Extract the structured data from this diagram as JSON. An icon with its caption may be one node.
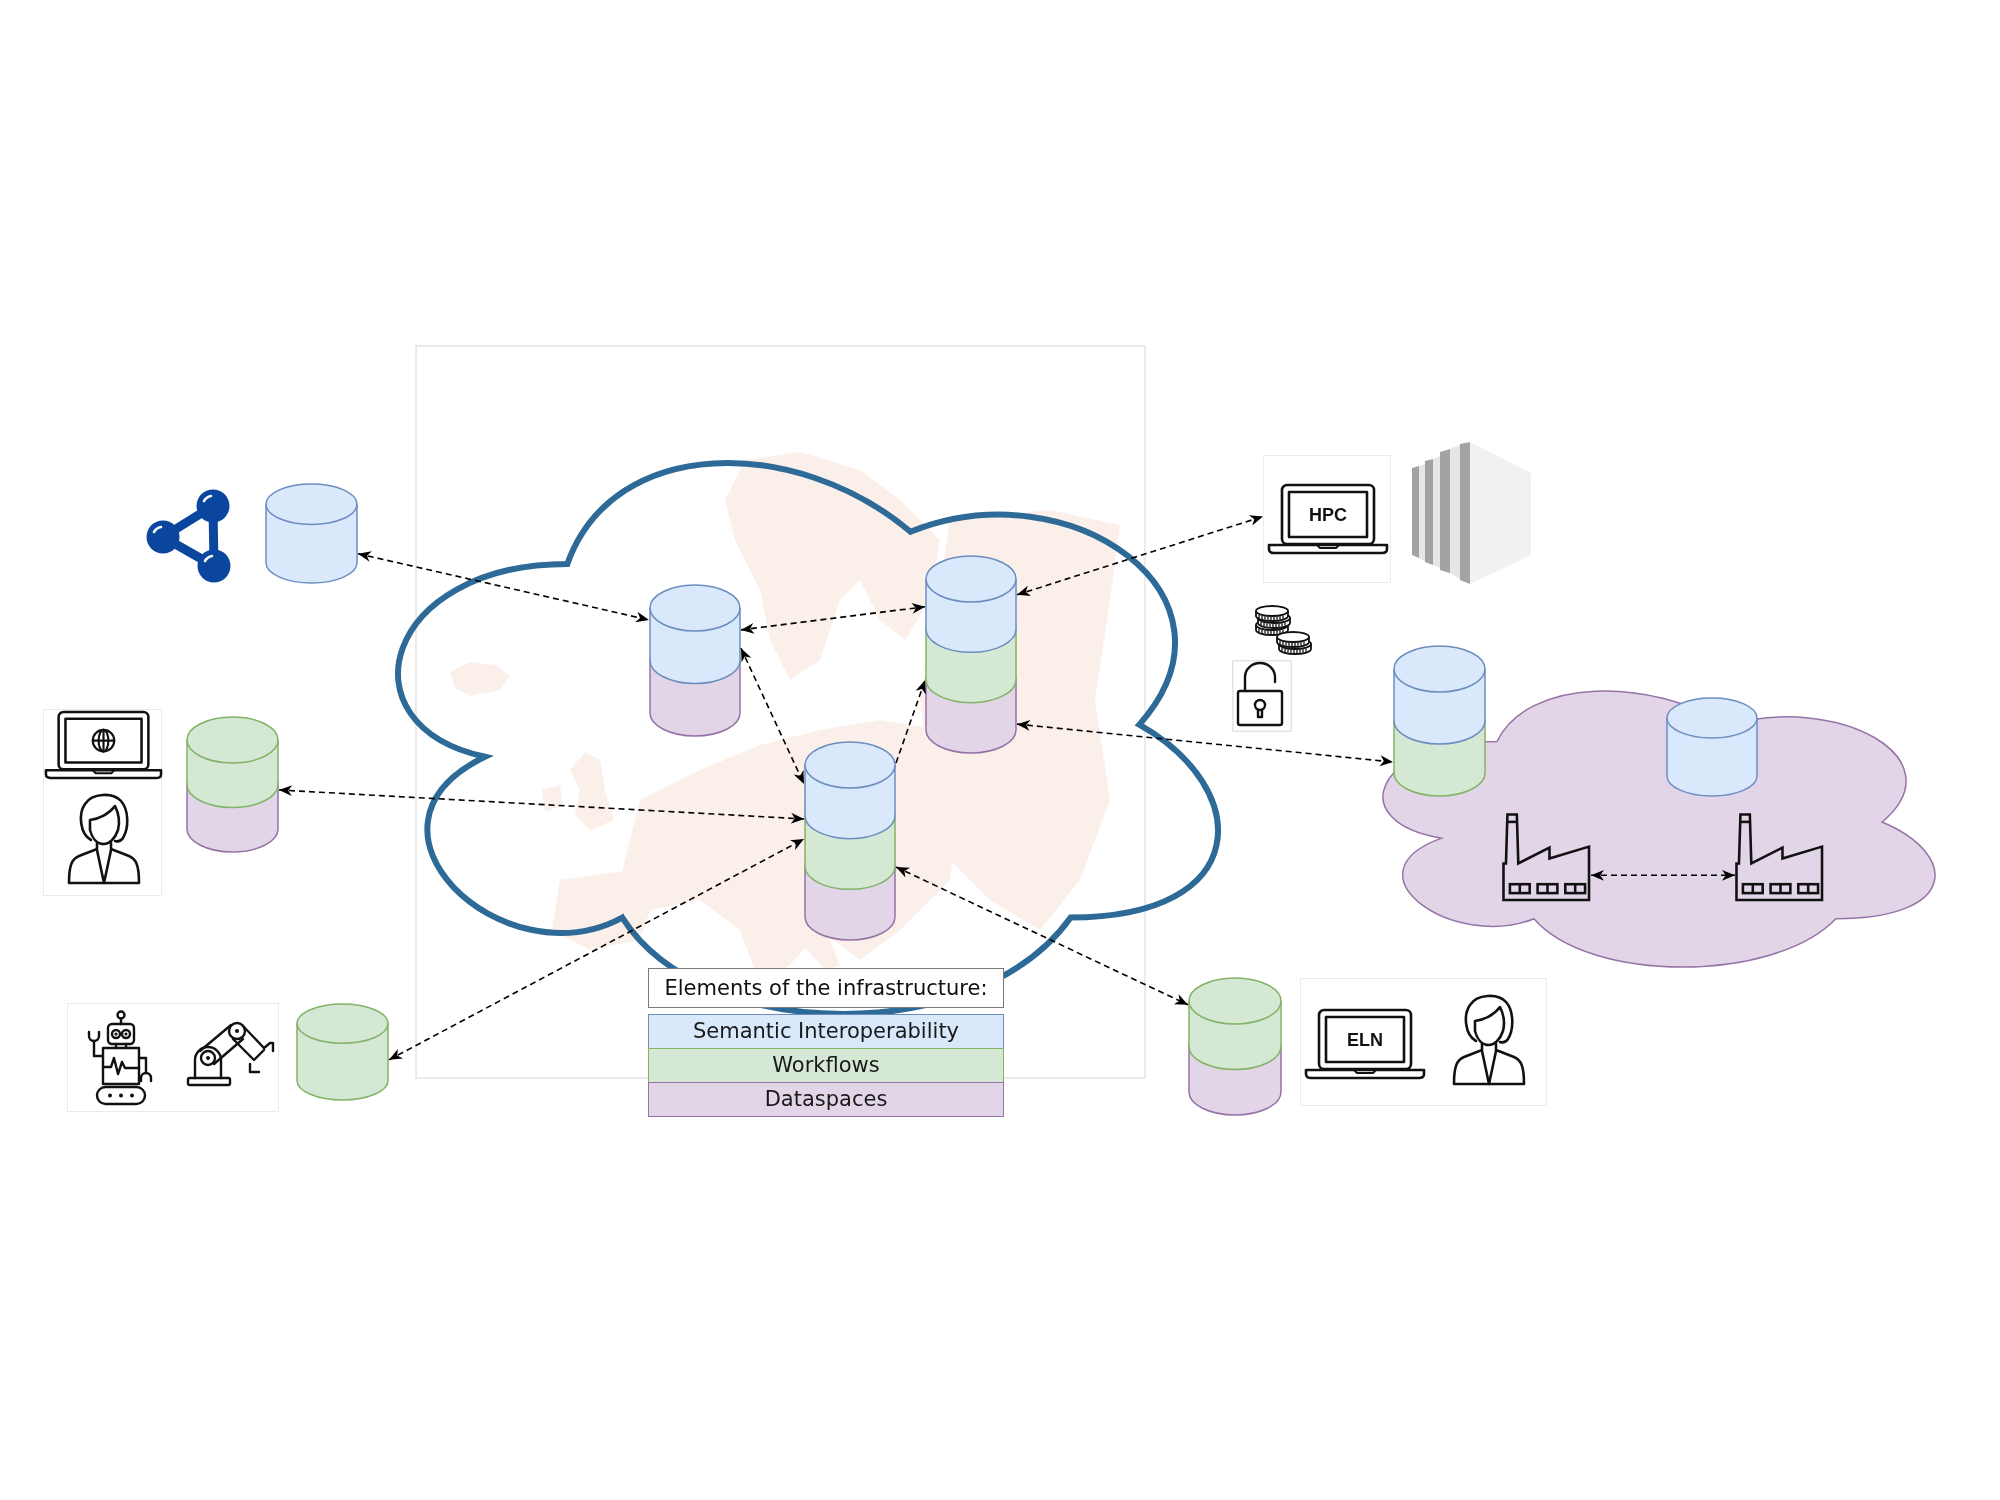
{
  "diagram": {
    "nodes": [
      {
        "text": [],
        "shape": "cylinder"
      },
      {
        "text": [],
        "shape": "cloud"
      },
      {
        "text": [],
        "shape": "cylinder",
        "in": 1
      },
      {
        "text": [],
        "shape": "cylinder",
        "in": 1
      },
      {
        "text": [],
        "shape": "cylinder",
        "in": 1
      },
      {
        "text": [
          "HPC"
        ]
      },
      {
        "text": [],
        "shape": "cylinder"
      },
      {
        "text": [],
        "shape": "cylinder"
      },
      {
        "text": [],
        "shape": "cloud"
      },
      {
        "text": [],
        "shape": "cylinder",
        "in": 8
      },
      {
        "text": [],
        "shape": "picture",
        "in": 8
      },
      {
        "text": [],
        "shape": "picture",
        "in": 8
      },
      {
        "text": [],
        "shape": "cylinder"
      },
      {
        "text": [],
        "shape": "cylinder"
      },
      {
        "text": [
          "ELN"
        ]
      }
    ],
    "edges": [
      {
        "from": 0,
        "to": 2,
        "arrow": "both",
        "style": "dashed"
      },
      {
        "from": 2,
        "to": 3,
        "arrow": "both",
        "style": "dashed"
      },
      {
        "from": 2,
        "to": 4,
        "arrow": "both",
        "style": "dashed"
      },
      {
        "from": 4,
        "to": 3,
        "arrow": "to",
        "style": "dashed"
      },
      {
        "from": 3,
        "to": 5,
        "arrow": "both",
        "style": "dashed"
      },
      {
        "from": 6,
        "to": 4,
        "arrow": "both",
        "style": "dashed"
      },
      {
        "from": 3,
        "to": 7,
        "arrow": "both",
        "style": "dashed"
      },
      {
        "from": 12,
        "to": 4,
        "arrow": "both",
        "style": "dashed"
      },
      {
        "from": 4,
        "to": 13,
        "arrow": "both",
        "style": "dashed"
      },
      {
        "from": 10,
        "to": 11,
        "arrow": "both",
        "style": "dashed"
      }
    ],
    "labels": [
      "Elements of the infrastructure:"
    ],
    "legend": [
      {
        "text": "Semantic Interoperability",
        "color": "#dae8fc"
      },
      {
        "text": "Workflows",
        "color": "#d5e8d4"
      },
      {
        "text": "Dataspaces",
        "color": "#e1d5e7"
      }
    ]
  }
}
